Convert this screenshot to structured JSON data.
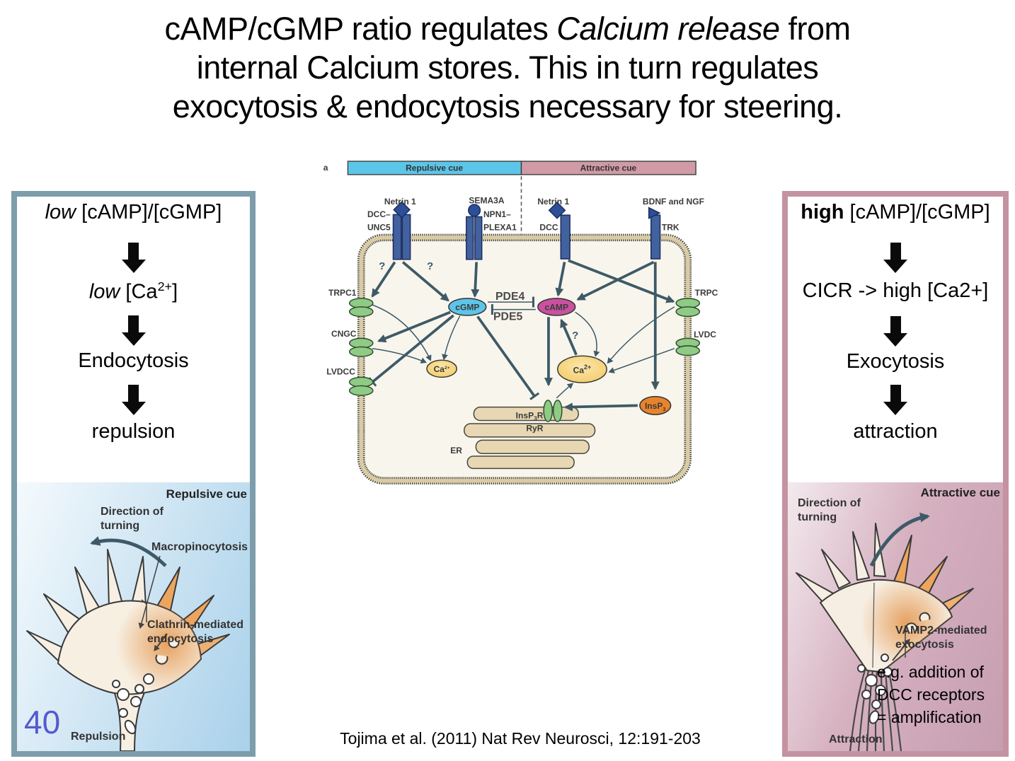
{
  "title": {
    "l1a": "cAMP/cGMP ratio regulates ",
    "l1b": "Calcium release",
    "l1c": " from",
    "l2": "internal Calcium stores. This in turn regulates",
    "l3": "exocytosis & endocytosis necessary for steering."
  },
  "citation": "Tojima et al. (2011) Nat Rev Neurosci, 12:191-203",
  "slide_number": "40",
  "figure": {
    "panel_label": "a",
    "bar": {
      "repulsive": "Repulsive cue",
      "attractive": "Attractive cue"
    },
    "ligands": {
      "netrin1_left": "Netrin 1",
      "sema3a": "SEMA3A",
      "netrin1_right": "Netrin 1",
      "bdnf_ngf": "BDNF and NGF"
    },
    "receptors": {
      "dcc_unc5_line1": "DCC–",
      "dcc_unc5_line2": "UNC5",
      "npn1_line1": "NPN1–",
      "npn1_line2": "PLEXA1",
      "dcc": "DCC",
      "trk": "TRK"
    },
    "channels": {
      "trpc1": "TRPC1",
      "cngc": "CNGC",
      "lvdcc": "LVDCC",
      "trpc_right": "TRPC",
      "lvdcc_right": "LVDC"
    },
    "molecules": {
      "cgmp": "cGMP",
      "camp": "cAMP",
      "pde4": "PDE4",
      "pde5": "PDE5",
      "ca_base": "Ca",
      "ca_sup": "2+",
      "insp3_base": "InsP",
      "insp3_sub": "3",
      "er": "ER",
      "insp3r_base": "InsP",
      "insp3r_sub": "3",
      "insp3r_end": "R",
      "ryr": "RyR"
    },
    "question_mark": "?"
  },
  "left_panel": {
    "step1_lead": "low",
    "step1_rest": " [cAMP]/[cGMP]",
    "step2_lead": "low",
    "step2_pre": " [Ca",
    "step2_sup": "2+",
    "step2_post": "]",
    "step3": "Endocytosis",
    "step4": "repulsion",
    "image": {
      "cue": "Repulsive cue",
      "direction": "Direction of\nturning",
      "macropinocytosis": "Macropinocytosis",
      "clathrin": "Clathrin-mediated\nendocytosis",
      "caption": "Repulsion"
    }
  },
  "right_panel": {
    "step1_lead": "high",
    "step1_rest": " [cAMP]/[cGMP]",
    "step2": "CICR -> high [Ca2+]",
    "step3": "Exocytosis",
    "step4": "attraction",
    "image": {
      "cue": "Attractive cue",
      "direction": "Direction of\nturning",
      "vamp2": "VAMP2-mediated\nexocytosis",
      "note": "e.g. addition of\nDCC receptors\n= amplification",
      "caption": "Attraction"
    }
  },
  "colors": {
    "repulsive_bar": "#5cc6e9",
    "attractive_bar": "#d09aa7",
    "left_panel_border": "#7d9dab",
    "right_panel_border": "#c493a1",
    "arrow": "#3d5a66",
    "cgmp_fill": "#5ec4ea",
    "camp_fill": "#c9519f",
    "ca_fill": "#f5cd6a",
    "insp3_fill": "#e8832c",
    "channel_green": "#8fcb85",
    "membrane_tan": "#dbcba1",
    "receptor_blue": "#41619f",
    "slide_number_color": "#5659d2"
  }
}
